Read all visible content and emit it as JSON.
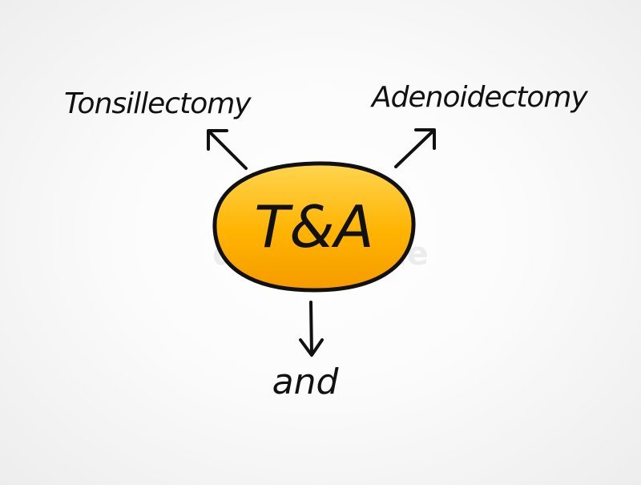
{
  "center": {
    "label": "T&A",
    "fill_top": "#ffd54f",
    "fill_bottom": "#f59b00",
    "outline": "#111111"
  },
  "branches": [
    {
      "label": "Tonsillectomy",
      "direction": "up-left"
    },
    {
      "label": "Adenoidectomy",
      "direction": "up-right"
    },
    {
      "label": "and",
      "direction": "down"
    }
  ],
  "watermark": {
    "text": "dreamstime"
  },
  "colors": {
    "ink": "#111111",
    "background": "#ffffff"
  }
}
